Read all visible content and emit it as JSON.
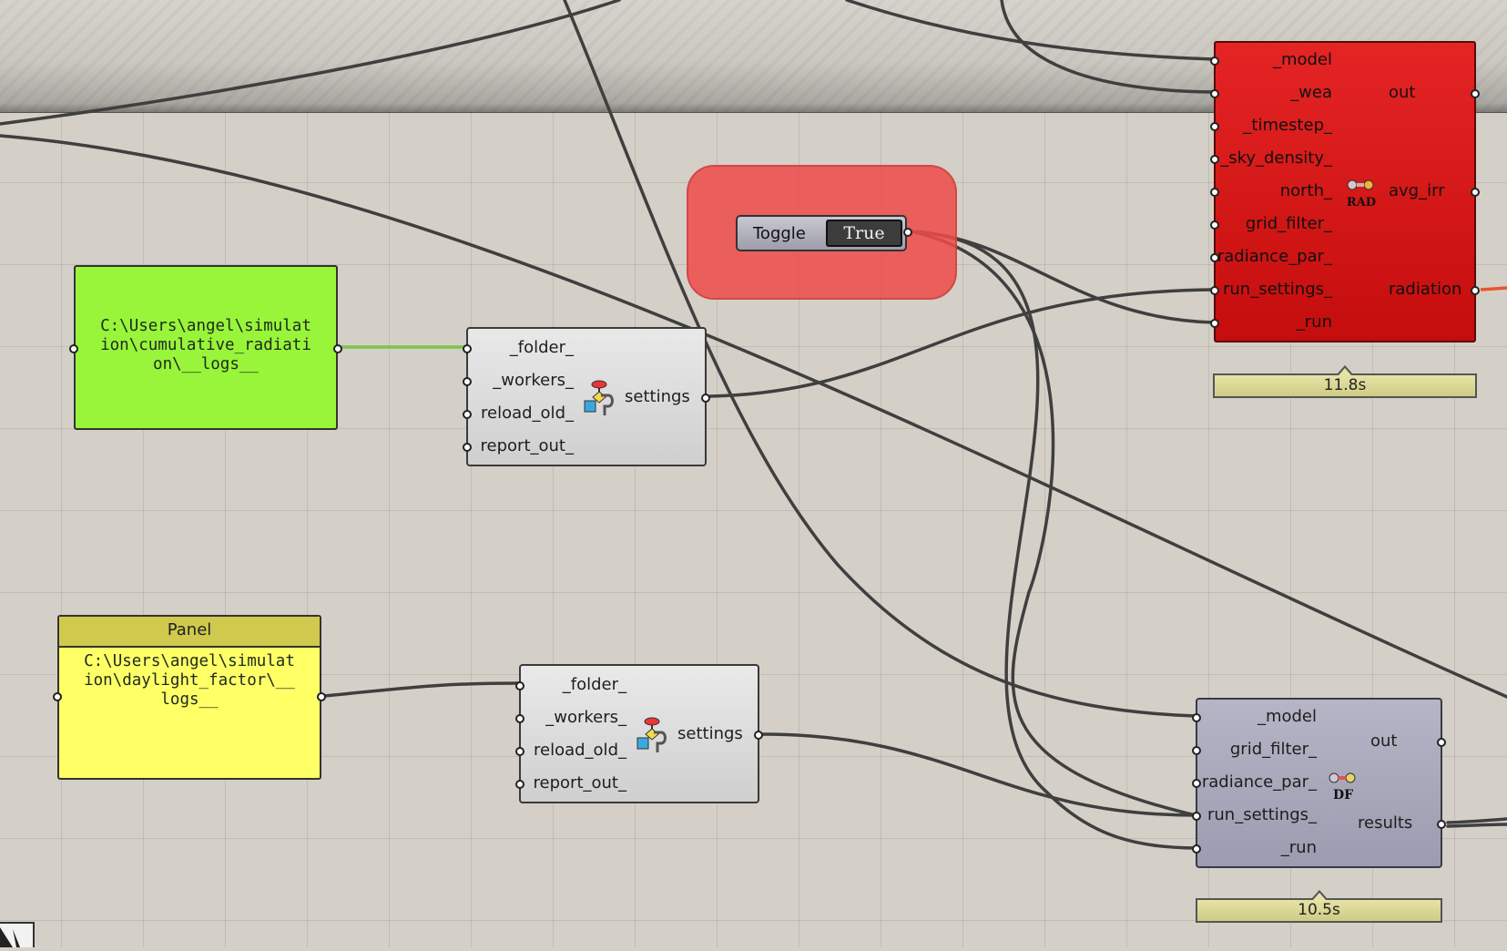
{
  "canvas": {
    "background": "#d4d0c8",
    "band_color": "#c7c4bd",
    "wire_color": "#3f3f3f",
    "green_wire_color": "#7dc24a",
    "orange_wire_color": "#e8542e"
  },
  "rad_component": {
    "color": "#d41616",
    "icon": "rad-radiation-icon",
    "icon_text": "RAD",
    "inputs": [
      "_model",
      "_wea",
      "_timestep_",
      "_sky_density_",
      "north_",
      "grid_filter_",
      "radiance_par_",
      "run_settings_",
      "_run"
    ],
    "outputs": [
      "out",
      "avg_irr",
      "radiation"
    ],
    "timer": "11.8s"
  },
  "toggle": {
    "label": "Toggle",
    "value": "True",
    "group_color": "#ee4a4a"
  },
  "green_panel": {
    "color": "#98f53a",
    "text_lines": [
      "C:\\Users\\angel\\simulat",
      "ion\\cumulative_radiati",
      "on\\__logs__"
    ]
  },
  "settings_top": {
    "icon": "run-settings-icon",
    "inputs": [
      "_folder_",
      "_workers_",
      "reload_old_",
      "report_out_"
    ],
    "output": "settings"
  },
  "yellow_panel": {
    "title": "Panel",
    "color": "#ffff66",
    "text_lines": [
      "C:\\Users\\angel\\simulat",
      "ion\\daylight_factor\\__",
      "logs__"
    ]
  },
  "settings_bottom": {
    "icon": "run-settings-icon",
    "inputs": [
      "_folder_",
      "_workers_",
      "reload_old_",
      "report_out_"
    ],
    "output": "settings"
  },
  "df_component": {
    "color": "#a9a8bb",
    "icon": "df-daylight-factor-icon",
    "icon_text": "DF",
    "inputs": [
      "_model",
      "grid_filter_",
      "radiance_par_",
      "run_settings_",
      "_run"
    ],
    "outputs": [
      "out",
      "results"
    ],
    "timer": "10.5s"
  }
}
